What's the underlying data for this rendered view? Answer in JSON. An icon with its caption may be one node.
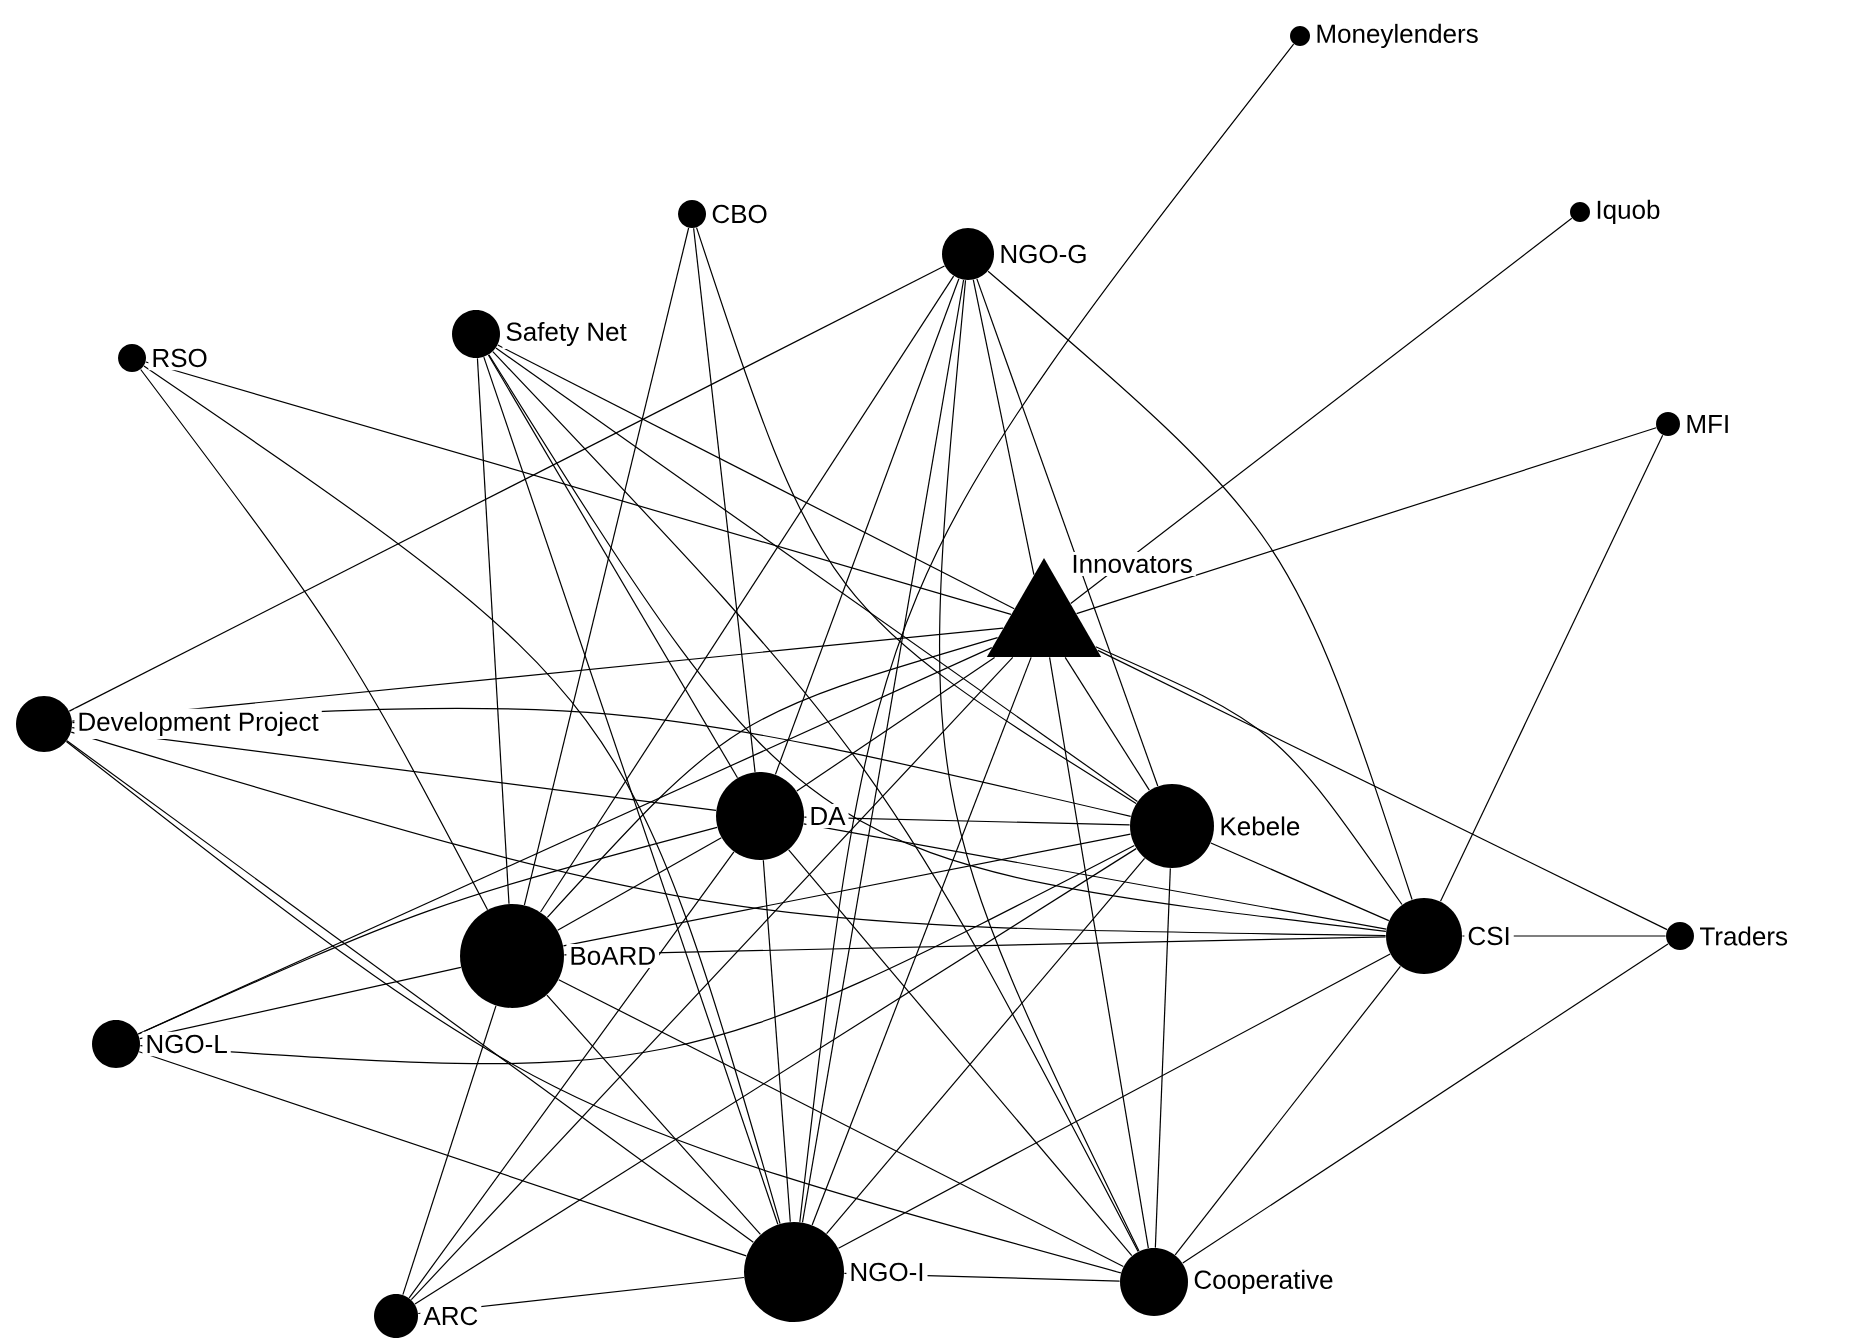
{
  "diagram": {
    "nodes": [
      {
        "text": [
          "Moneylenders"
        ]
      },
      {
        "text": [
          "Iquob"
        ]
      },
      {
        "text": [
          "CBO"
        ]
      },
      {
        "text": [
          "NGO-G"
        ]
      },
      {
        "text": [
          "Safety Net"
        ]
      },
      {
        "text": [
          "RSO"
        ]
      },
      {
        "text": [
          "MFI"
        ]
      },
      {
        "text": [
          "Innovators"
        ]
      },
      {
        "text": [
          "Development Project"
        ]
      },
      {
        "text": [
          "DA"
        ]
      },
      {
        "text": [
          "Kebele"
        ]
      },
      {
        "text": [
          "CSI"
        ]
      },
      {
        "text": [
          "Traders"
        ]
      },
      {
        "text": [
          "BoARD"
        ]
      },
      {
        "text": [
          "NGO-L"
        ]
      },
      {
        "text": [
          "NGO-I"
        ]
      },
      {
        "text": [
          "Cooperative"
        ]
      },
      {
        "text": [
          "ARC"
        ]
      }
    ],
    "edges": [
      {
        "from": 0,
        "to": 15,
        "arrow": "none"
      },
      {
        "from": 1,
        "to": 7,
        "arrow": "none"
      },
      {
        "from": 3,
        "to": 11,
        "arrow": "none"
      },
      {
        "from": 6,
        "to": 7,
        "arrow": "none"
      },
      {
        "from": 6,
        "to": 11,
        "arrow": "none"
      },
      {
        "from": 12,
        "to": 7,
        "arrow": "none"
      },
      {
        "from": 12,
        "to": 11,
        "arrow": "none"
      },
      {
        "from": 12,
        "to": 16,
        "arrow": "none"
      },
      {
        "from": 2,
        "to": 9,
        "arrow": "none"
      },
      {
        "from": 2,
        "to": 13,
        "arrow": "none"
      },
      {
        "from": 2,
        "to": 10,
        "arrow": "none"
      },
      {
        "from": 5,
        "to": 7,
        "arrow": "none"
      },
      {
        "from": 5,
        "to": 13,
        "arrow": "none"
      },
      {
        "from": 5,
        "to": 15,
        "arrow": "none"
      },
      {
        "from": 4,
        "to": 13,
        "arrow": "none"
      },
      {
        "from": 4,
        "to": 15,
        "arrow": "none"
      },
      {
        "from": 4,
        "to": 9,
        "arrow": "none"
      },
      {
        "from": 4,
        "to": 7,
        "arrow": "none"
      },
      {
        "from": 4,
        "to": 10,
        "arrow": "none"
      },
      {
        "from": 4,
        "to": 11,
        "arrow": "none"
      },
      {
        "from": 4,
        "to": 16,
        "arrow": "none"
      },
      {
        "from": 3,
        "to": 8,
        "arrow": "none"
      },
      {
        "from": 3,
        "to": 13,
        "arrow": "none"
      },
      {
        "from": 3,
        "to": 9,
        "arrow": "none"
      },
      {
        "from": 3,
        "to": 15,
        "arrow": "none"
      },
      {
        "from": 3,
        "to": 7,
        "arrow": "none"
      },
      {
        "from": 3,
        "to": 10,
        "arrow": "none"
      },
      {
        "from": 3,
        "to": 16,
        "arrow": "none"
      },
      {
        "from": 7,
        "to": 8,
        "arrow": "none"
      },
      {
        "from": 7,
        "to": 9,
        "arrow": "none"
      },
      {
        "from": 7,
        "to": 13,
        "arrow": "none"
      },
      {
        "from": 7,
        "to": 14,
        "arrow": "none"
      },
      {
        "from": 7,
        "to": 10,
        "arrow": "none"
      },
      {
        "from": 7,
        "to": 11,
        "arrow": "none"
      },
      {
        "from": 7,
        "to": 15,
        "arrow": "none"
      },
      {
        "from": 7,
        "to": 16,
        "arrow": "none"
      },
      {
        "from": 8,
        "to": 9,
        "arrow": "none"
      },
      {
        "from": 8,
        "to": 10,
        "arrow": "none"
      },
      {
        "from": 8,
        "to": 15,
        "arrow": "none"
      },
      {
        "from": 8,
        "to": 16,
        "arrow": "none"
      },
      {
        "from": 8,
        "to": 11,
        "arrow": "none"
      },
      {
        "from": 9,
        "to": 10,
        "arrow": "none"
      },
      {
        "from": 9,
        "to": 13,
        "arrow": "none"
      },
      {
        "from": 9,
        "to": 14,
        "arrow": "none"
      },
      {
        "from": 9,
        "to": 15,
        "arrow": "none"
      },
      {
        "from": 9,
        "to": 11,
        "arrow": "none"
      },
      {
        "from": 9,
        "to": 16,
        "arrow": "none"
      },
      {
        "from": 10,
        "to": 13,
        "arrow": "none"
      },
      {
        "from": 10,
        "to": 15,
        "arrow": "none"
      },
      {
        "from": 10,
        "to": 16,
        "arrow": "none"
      },
      {
        "from": 10,
        "to": 11,
        "arrow": "none"
      },
      {
        "from": 10,
        "to": 14,
        "arrow": "none"
      },
      {
        "from": 13,
        "to": 11,
        "arrow": "none"
      },
      {
        "from": 13,
        "to": 14,
        "arrow": "none"
      },
      {
        "from": 13,
        "to": 17,
        "arrow": "none"
      },
      {
        "from": 13,
        "to": 15,
        "arrow": "none"
      },
      {
        "from": 13,
        "to": 16,
        "arrow": "none"
      },
      {
        "from": 14,
        "to": 15,
        "arrow": "none"
      },
      {
        "from": 15,
        "to": 16,
        "arrow": "none"
      },
      {
        "from": 15,
        "to": 11,
        "arrow": "none"
      },
      {
        "from": 17,
        "to": 15,
        "arrow": "none"
      },
      {
        "from": 17,
        "to": 9,
        "arrow": "none"
      },
      {
        "from": 17,
        "to": 10,
        "arrow": "none"
      },
      {
        "from": 17,
        "to": 7,
        "arrow": "none"
      },
      {
        "from": 11,
        "to": 16,
        "arrow": "none"
      }
    ]
  }
}
